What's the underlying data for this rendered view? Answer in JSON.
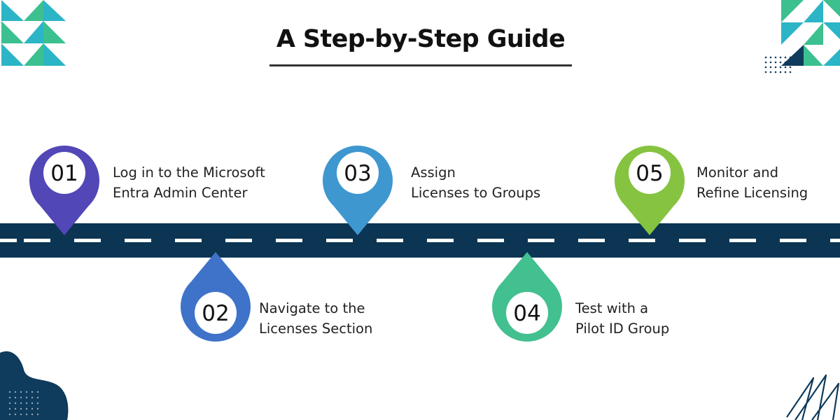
{
  "title": "A Step-by-Step Guide",
  "colors": {
    "road": "#0c3554",
    "road_dash": "#ffffff",
    "triangle_green": "#3cc090",
    "triangle_teal": "#2cb5c6",
    "triangle_navy": "#0f3b5c"
  },
  "steps": [
    {
      "number": "01",
      "lines": [
        "Log in to the Microsoft",
        "Entra Admin Center"
      ],
      "color": "#5147b7"
    },
    {
      "number": "02",
      "lines": [
        "Navigate to the",
        "Licenses Section"
      ],
      "color": "#3f73c9"
    },
    {
      "number": "03",
      "lines": [
        "Assign",
        "Licenses to Groups"
      ],
      "color": "#3f97cf"
    },
    {
      "number": "04",
      "lines": [
        "Test with a",
        "Pilot ID Group"
      ],
      "color": "#42c08f"
    },
    {
      "number": "05",
      "lines": [
        "Monitor and",
        "Refine Licensing"
      ],
      "color": "#86c341"
    }
  ]
}
